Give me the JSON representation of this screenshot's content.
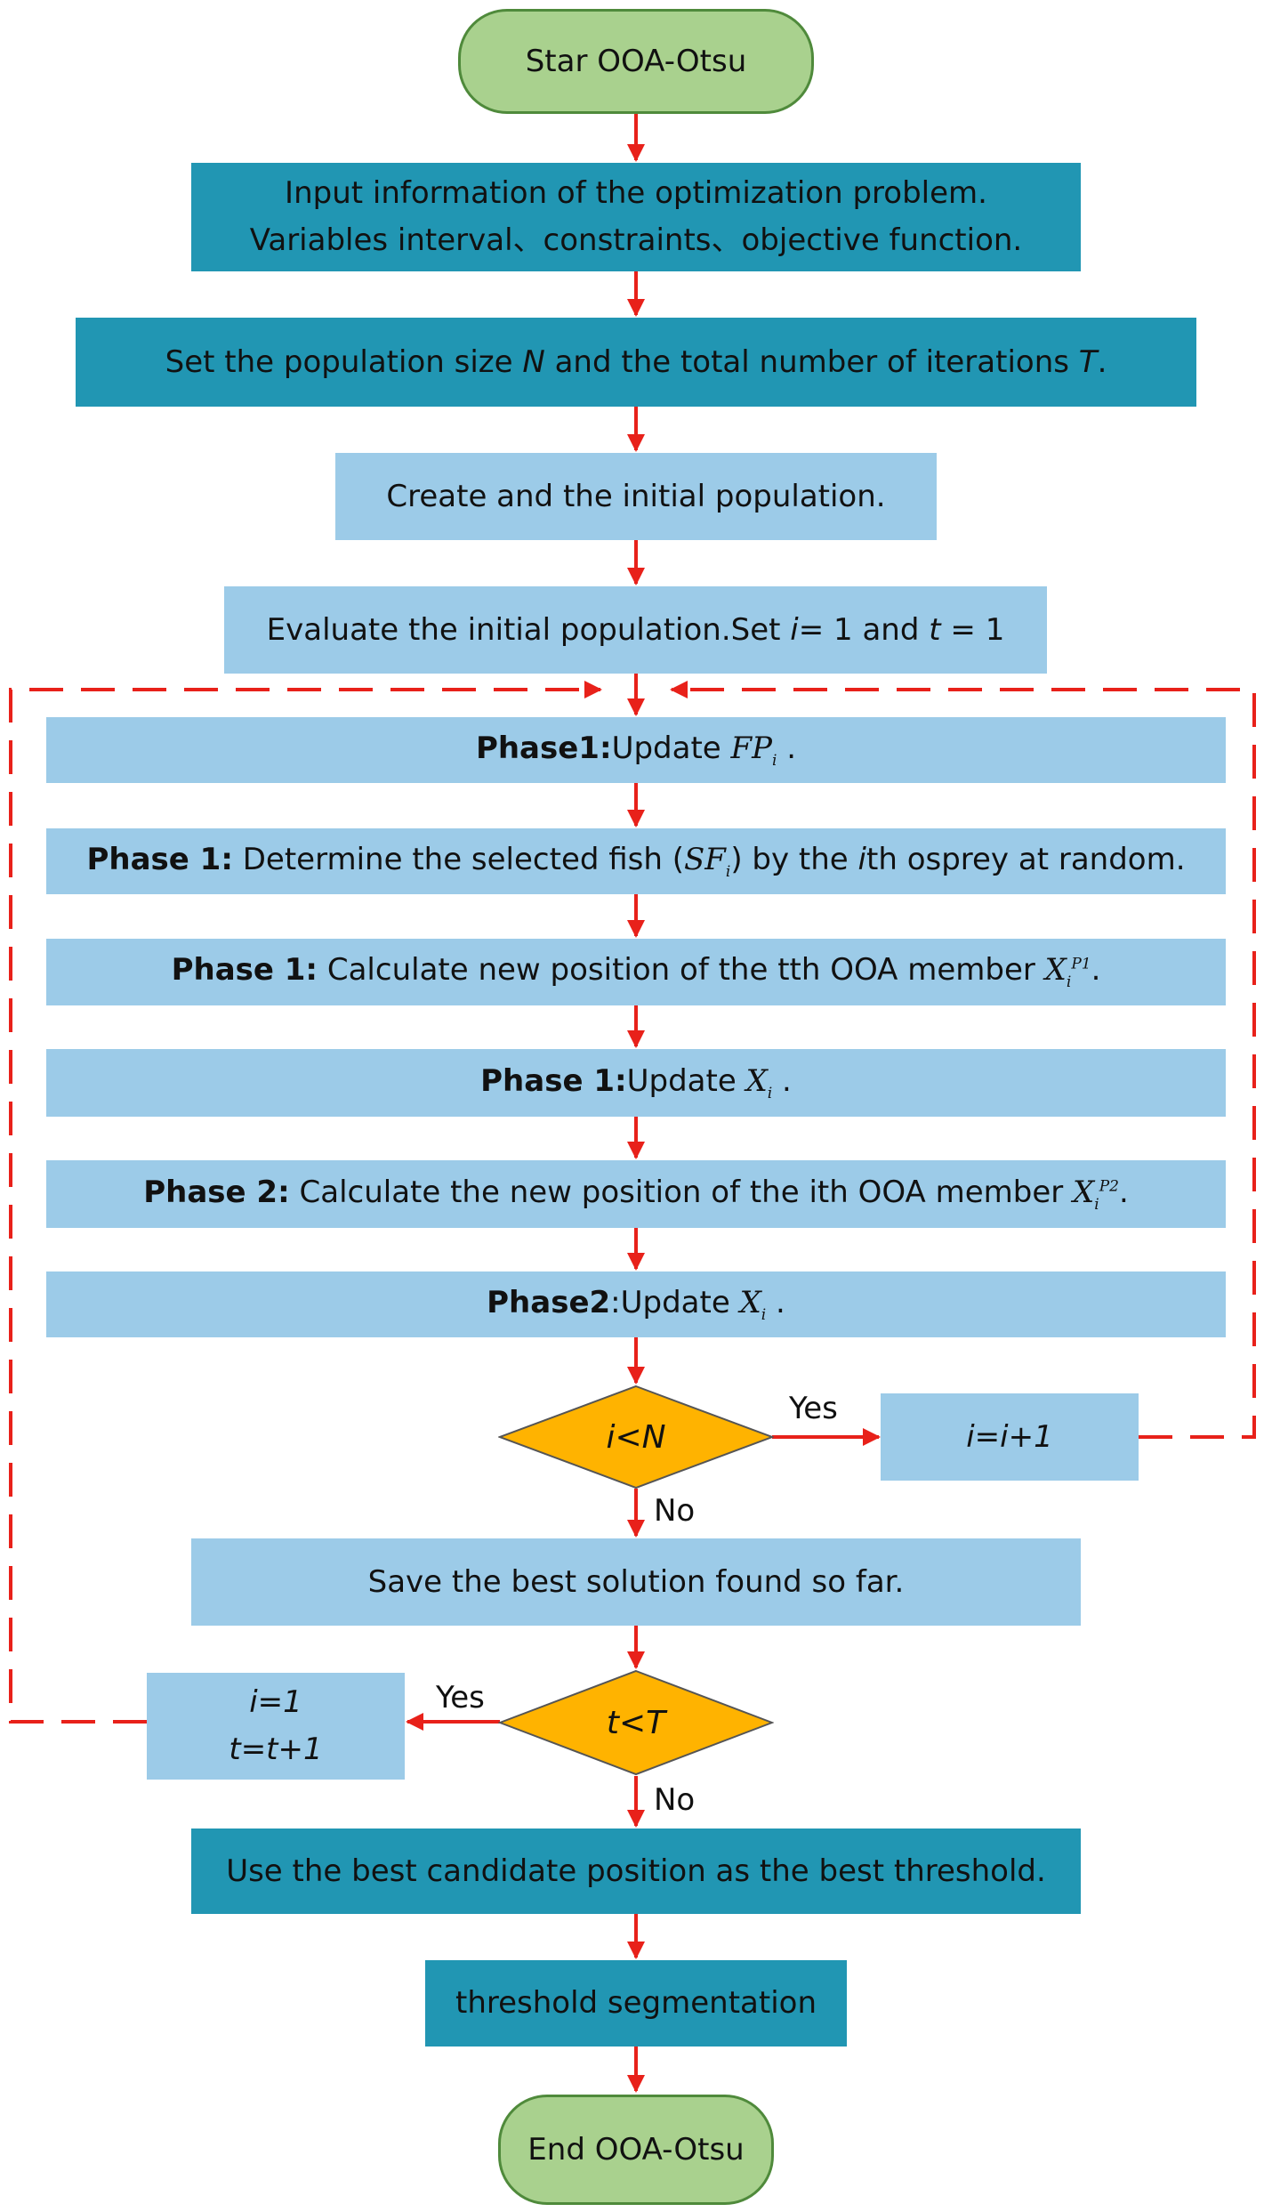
{
  "nodes": {
    "start": "Star OOA-Otsu",
    "input_line1": "Input information of the optimization problem.",
    "input_line2": "Variables interval、constraints、objective function.",
    "set_pre": "Set the population size",
    "set_N": "N",
    "set_mid": "and the total number of iterations",
    "set_T": "T",
    "set_end": ".",
    "create": "Create and the initial population.",
    "evaluate_pre": "Evaluate the initial population.Set",
    "evaluate_i": "i",
    "evaluate_mid": "= 1 and",
    "evaluate_t": "t",
    "evaluate_end": "= 1",
    "update_fp_bold": "Phase1:",
    "update_fp_text": "Update",
    "update_fp_math": "FP",
    "update_fp_sub": "i",
    "update_fp_end": ".",
    "select_bold": "Phase 1:",
    "select_pre": "Determine the selected fish (",
    "select_math": "SF",
    "select_sub": "i",
    "select_mid": ") by the",
    "select_i": "i",
    "select_end": "th osprey at random.",
    "calc1_bold": "Phase 1:",
    "calc1_text": "Calculate new position of the tth OOA member",
    "calc1_math": "X",
    "calc1_sub": "i",
    "calc1_sup": "P1",
    "calc1_end": ".",
    "update1_bold": "Phase 1:",
    "update1_text": "Update",
    "update1_math": "X",
    "update1_sub": "i",
    "update1_end": ".",
    "calc2_bold": "Phase 2:",
    "calc2_text": "Calculate the new position of the ith OOA member",
    "calc2_math": "X",
    "calc2_sub": "i",
    "calc2_sup": "P2",
    "calc2_end": ".",
    "update2_bold": "Phase2",
    "update2_text": ":Update",
    "update2_math": "X",
    "update2_sub": "i",
    "update2_end": ".",
    "cond_i": "i<N",
    "incr_i": "i=i+1",
    "save": "Save the best solution found so far.",
    "cond_t": "t<T",
    "reset_line1": "i=1",
    "reset_line2": "t=t+1",
    "use_best": "Use the best candidate position as the best threshold.",
    "segmentation": "threshold segmentation",
    "end": "End OOA-Otsu"
  },
  "edge_labels": {
    "i_yes": "Yes",
    "i_no": "No",
    "t_yes": "Yes",
    "t_no": "No"
  },
  "colors": {
    "dark_box": "#2196b3",
    "light_box": "#9ccbe8",
    "terminal": "#a9d18e",
    "decision": "#ffb300",
    "arrow": "#e8211a"
  }
}
